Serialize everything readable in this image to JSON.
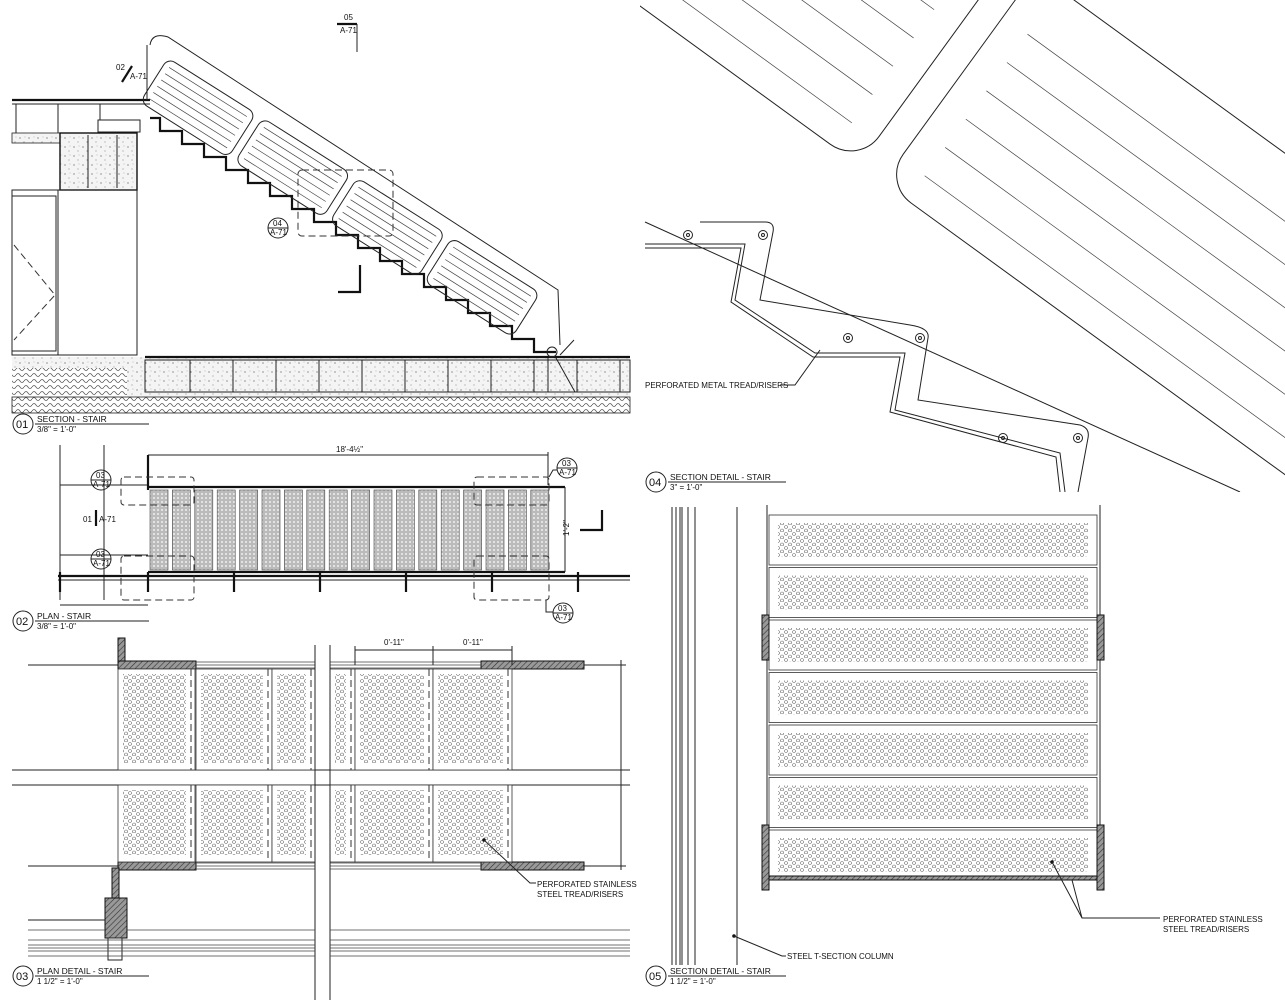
{
  "views": [
    {
      "number": "01",
      "title": "SECTION - STAIR",
      "scale": "3/8\" = 1'-0\""
    },
    {
      "number": "02",
      "title": "PLAN - STAIR",
      "scale": "3/8\" = 1'-0\""
    },
    {
      "number": "03",
      "title": "PLAN DETAIL - STAIR",
      "scale": "1 1/2\" = 1'-0\""
    },
    {
      "number": "04",
      "title": "SECTION DETAIL - STAIR",
      "scale": "3\" = 1'-0\""
    },
    {
      "number": "05",
      "title": "SECTION DETAIL - STAIR",
      "scale": "1 1/2\" = 1'-0\""
    }
  ],
  "section_01": {
    "callout_05": {
      "num": "05",
      "sheet": "A-71"
    },
    "callout_02": {
      "num": "02",
      "sheet": "A-71"
    },
    "callout_04": {
      "num": "04",
      "sheet": "A-71"
    }
  },
  "plan_02": {
    "overall_dimension": "18'-4½\"",
    "side_dimension": "1'-2\"",
    "section_marker": {
      "num": "01",
      "sheet": "A-71"
    },
    "callouts": [
      {
        "num": "03",
        "sheet": "A-71"
      },
      {
        "num": "03",
        "sheet": "A-71"
      },
      {
        "num": "03",
        "sheet": "A-71"
      },
      {
        "num": "03",
        "sheet": "A-71"
      }
    ]
  },
  "detail_03": {
    "dimensions": [
      "0'-11\"",
      "0'-11\""
    ],
    "note_line1": "PERFORATED STAINLESS",
    "note_line2": "STEEL TREAD/RISERS"
  },
  "detail_04": {
    "note": "PERFORATED METAL TREAD/RISERS"
  },
  "detail_05": {
    "column_note": "STEEL T-SECTION COLUMN",
    "note_line1": "PERFORATED STAINLESS",
    "note_line2": "STEEL TREAD/RISERS"
  }
}
